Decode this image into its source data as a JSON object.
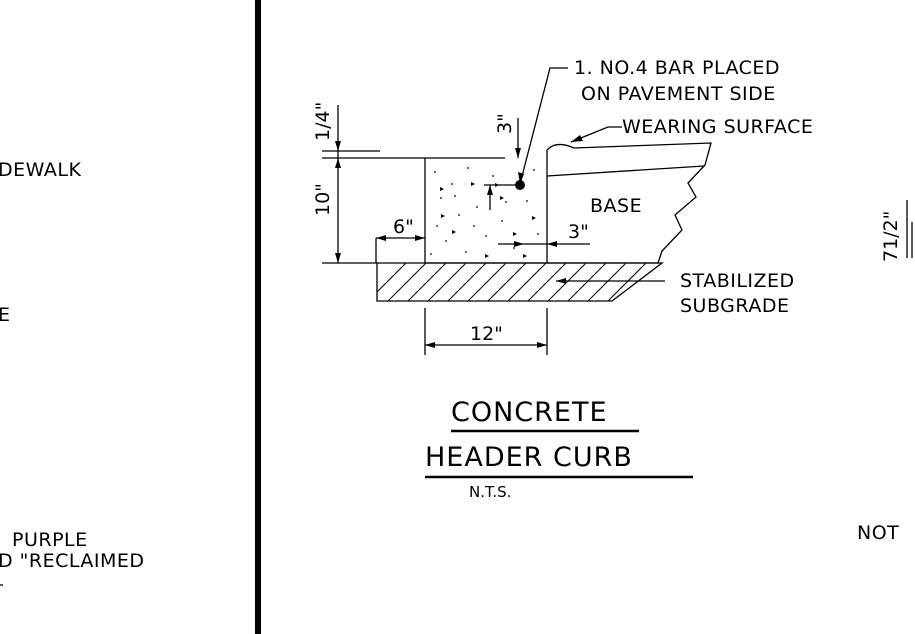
{
  "left_panel": {
    "frag_sidewalk": "DEWALK",
    "frag_e": "E",
    "frag_purple": "PURPLE",
    "frag_reclaimed": "D  \"RECLAIMED"
  },
  "detail": {
    "title_line1": "CONCRETE",
    "title_line2": "HEADER  CURB",
    "scale": "N.T.S.",
    "note_bar_line1": "1.  NO.4  BAR  PLACED",
    "note_bar_line2": "ON  PAVEMENT  SIDE",
    "label_wearing_surface": "WEARING  SURFACE",
    "label_base": "BASE",
    "label_stabilized": "STABILIZED",
    "label_subgrade": "SUBGRADE",
    "dim_top": "1/4\"",
    "dim_height": "10\"",
    "dim_cover": "3\"",
    "dim_side": "6\"",
    "dim_base_gap": "3\"",
    "dim_width": "12\""
  },
  "right_panel": {
    "frag_dim": "71/2\"",
    "frag_note": "NOT"
  }
}
